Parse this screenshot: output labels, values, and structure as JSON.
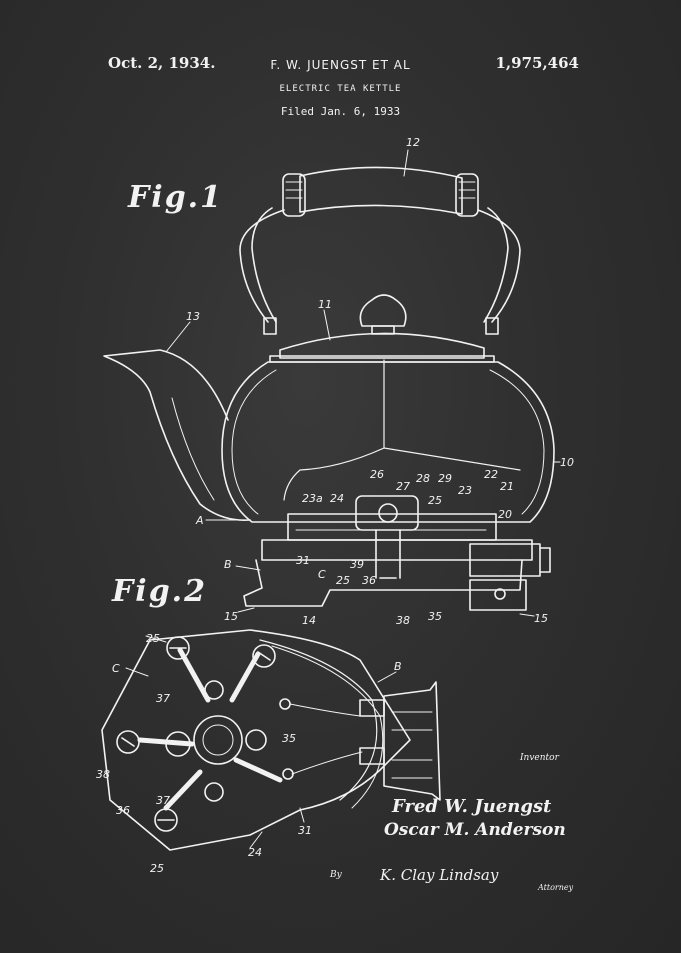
{
  "header": {
    "date": "Oct. 2, 1934.",
    "inventors": "F. W. JUENGST ET AL",
    "patent_number": "1,975,464",
    "title": "ELECTRIC TEA KETTLE",
    "filed": "Filed Jan. 6, 1933"
  },
  "figures": {
    "fig1_label": "Fig.1",
    "fig2_label": "Fig.2"
  },
  "refs": {
    "r12": "12",
    "r13": "13",
    "r11": "11",
    "r10": "10",
    "rA": "A",
    "rB": "B",
    "rB2": "B",
    "rC": "C",
    "rC2": "C",
    "r15a": "15",
    "r15b": "15",
    "r14": "14",
    "r26": "26",
    "r27": "27",
    "r28": "28",
    "r29": "29",
    "r22": "22",
    "r23a": "23a",
    "r24": "24",
    "r25": "25",
    "r23": "23",
    "r21": "21",
    "r20": "20",
    "r31": "31",
    "r25b": "25",
    "r39": "39",
    "r36": "36",
    "r38": "38",
    "r35": "35",
    "f2_25a": "25",
    "f2_37a": "37",
    "f2_35": "35",
    "f2_38": "38",
    "f2_36": "36",
    "f2_37b": "37",
    "f2_31": "31",
    "f2_24": "24",
    "f2_25b": "25"
  },
  "signature": {
    "inventor_label": "Inventor",
    "name1": "Fred W. Juengst",
    "name2": "Oscar M. Anderson",
    "by_label": "By",
    "attorney_signature": "K. Clay Lindsay",
    "attorney_label": "Attorney"
  },
  "colors": {
    "background": "#2f2f2f",
    "ink": "#f2f2f2"
  }
}
